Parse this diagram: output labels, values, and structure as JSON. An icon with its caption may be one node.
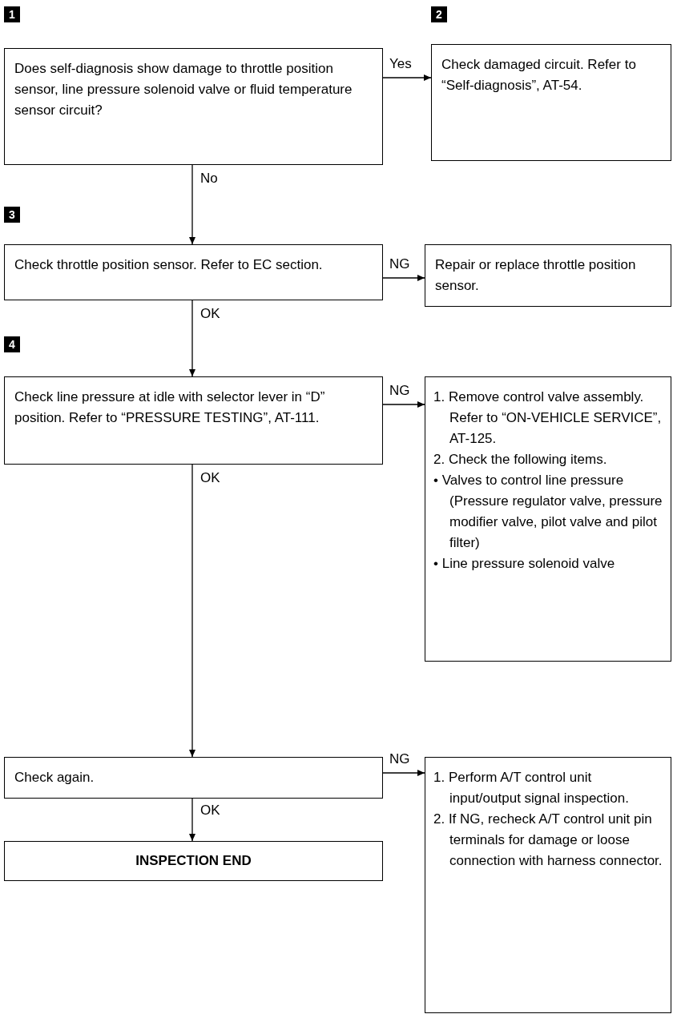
{
  "diagram": {
    "nodes": [
      {
        "text": [
          "Does self-diagnosis show damage to throttle position sensor, line pressure solenoid valve or fluid temperature sensor circuit?"
        ]
      },
      {
        "text": [
          "Check damaged circuit. Refer to “Self-diagnosis”, AT-54."
        ]
      },
      {
        "text": [
          "Check throttle position sensor. Refer to EC section."
        ]
      },
      {
        "text": [
          "Repair or replace throttle position sensor."
        ]
      },
      {
        "text": [
          "Check line pressure at idle with selector lever in “D” position. Refer to “PRESSURE TESTING”, AT-111."
        ]
      },
      {
        "text": [
          "1. Remove control valve assembly. Refer to “ON-VEHICLE SERVICE”, AT-125.",
          "2. Check the following items.",
          "• Valves to control line pressure (Pressure regulator valve, pressure modifier valve, pilot valve and pilot filter)",
          "• Line pressure solenoid valve"
        ]
      },
      {
        "text": [
          "Check again."
        ]
      },
      {
        "text": [
          "1. Perform A/T control unit input/output signal inspection.",
          "2. If NG, recheck A/T control unit pin terminals for damage or loose connection with harness connector."
        ]
      },
      {
        "text": [
          "INSPECTION END"
        ]
      }
    ],
    "edges": [
      {
        "from": 0,
        "to": 1,
        "arrow": "to",
        "label": "Yes"
      },
      {
        "from": 0,
        "to": 2,
        "arrow": "to",
        "label": "No"
      },
      {
        "from": 2,
        "to": 3,
        "arrow": "to",
        "label": "NG"
      },
      {
        "from": 2,
        "to": 4,
        "arrow": "to",
        "label": "OK"
      },
      {
        "from": 4,
        "to": 5,
        "arrow": "to",
        "label": "NG"
      },
      {
        "from": 4,
        "to": 6,
        "arrow": "to",
        "label": "OK"
      },
      {
        "from": 6,
        "to": 7,
        "arrow": "to",
        "label": "NG"
      },
      {
        "from": 6,
        "to": 8,
        "arrow": "to",
        "label": "OK"
      }
    ],
    "labels": [
      "1",
      "2",
      "3",
      "4"
    ]
  }
}
